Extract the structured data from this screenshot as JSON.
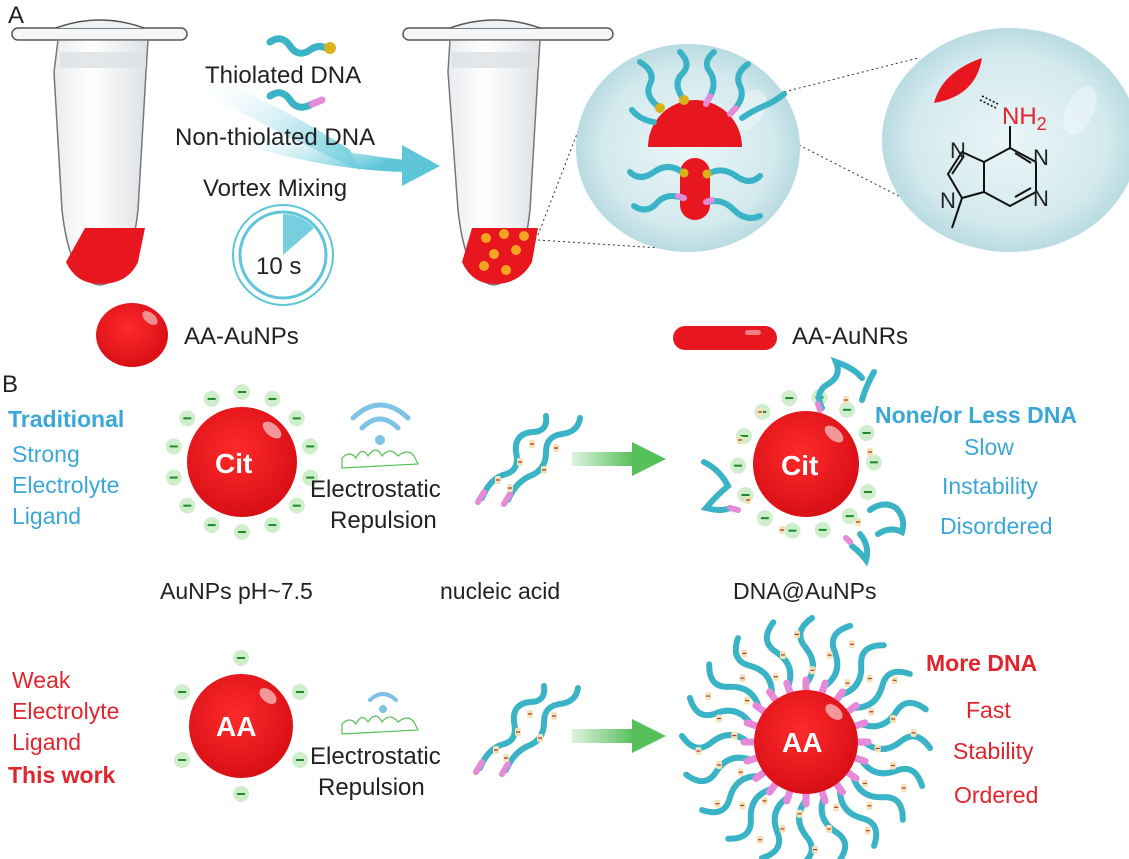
{
  "panel_a": {
    "label": "A",
    "thiolated_dna": "Thiolated DNA",
    "non_thiolated_dna": "Non-thiolated DNA",
    "vortex_mixing": "Vortex Mixing",
    "timer": "10 s",
    "aunps_legend": "AA-AuNPs",
    "aunrs_legend": "AA-AuNRs",
    "nh2": "NH2",
    "atom_n": "N"
  },
  "panel_b": {
    "label": "B",
    "traditional": {
      "title": "Traditional",
      "desc": [
        "Strong",
        "Electrolyte",
        "Ligand"
      ],
      "particle": "Cit",
      "repulsion": [
        "Electrostatic",
        "Repulsion"
      ],
      "result_title": "None/or Less DNA",
      "result": [
        "Slow",
        "Instability",
        "Disordered"
      ]
    },
    "captions": {
      "aunps": "AuNPs pH~7.5",
      "nucleic": "nucleic acid",
      "product": "DNA@AuNPs"
    },
    "this_work": {
      "desc": [
        "Weak",
        "Electrolyte",
        "Ligand"
      ],
      "title": "This work",
      "particle": "AA",
      "repulsion": [
        "Electrostatic",
        "Repulsion"
      ],
      "result_title": "More DNA",
      "result": [
        "Fast",
        "Stability",
        "Ordered"
      ]
    }
  },
  "colors": {
    "gold_red": "#e8171f",
    "dna_teal": "#3bb3c6",
    "pink_end": "#e58ad8",
    "thiol_yellow": "#d8b21a",
    "arrow_green": "#56c05a",
    "blue_text": "#3aa7d6",
    "red_text": "#e2242d"
  }
}
